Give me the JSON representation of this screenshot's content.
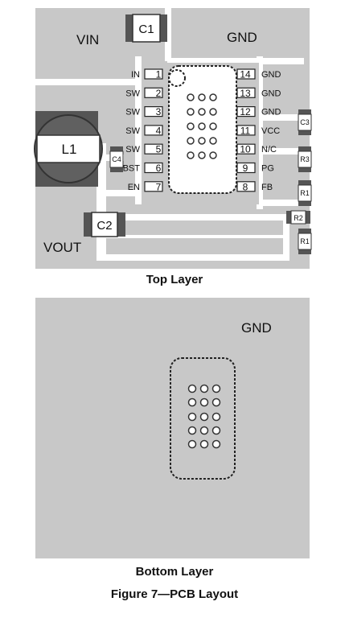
{
  "top_layer": {
    "net_vin": "VIN",
    "net_gnd": "GND",
    "net_vout": "VOUT",
    "caption": "Top Layer",
    "left_pins": [
      {
        "num": "1",
        "name": "IN"
      },
      {
        "num": "2",
        "name": "SW"
      },
      {
        "num": "3",
        "name": "SW"
      },
      {
        "num": "4",
        "name": "SW"
      },
      {
        "num": "5",
        "name": "SW"
      },
      {
        "num": "6",
        "name": "BST"
      },
      {
        "num": "7",
        "name": "EN"
      }
    ],
    "right_pins": [
      {
        "num": "14",
        "name": "GND"
      },
      {
        "num": "13",
        "name": "GND"
      },
      {
        "num": "12",
        "name": "GND"
      },
      {
        "num": "11",
        "name": "VCC"
      },
      {
        "num": "10",
        "name": "N/C"
      },
      {
        "num": "9",
        "name": "PG"
      },
      {
        "num": "8",
        "name": "FB"
      }
    ],
    "components": {
      "c1": "C1",
      "c2": "C2",
      "c3": "C3",
      "c4": "C4",
      "l1": "L1",
      "r3": "R3",
      "r1_top": "R1",
      "r2": "R2",
      "r1_bottom": "R1"
    }
  },
  "bottom_layer": {
    "net_gnd": "GND",
    "caption": "Bottom Layer"
  },
  "figure_caption": "Figure 7—PCB Layout",
  "colors": {
    "copper": "#c8c8c8",
    "trace": "#ffffff",
    "component_body": "#ffffff",
    "component_cap": "#555555",
    "inductor_core": "#606060",
    "text": "#111111"
  }
}
